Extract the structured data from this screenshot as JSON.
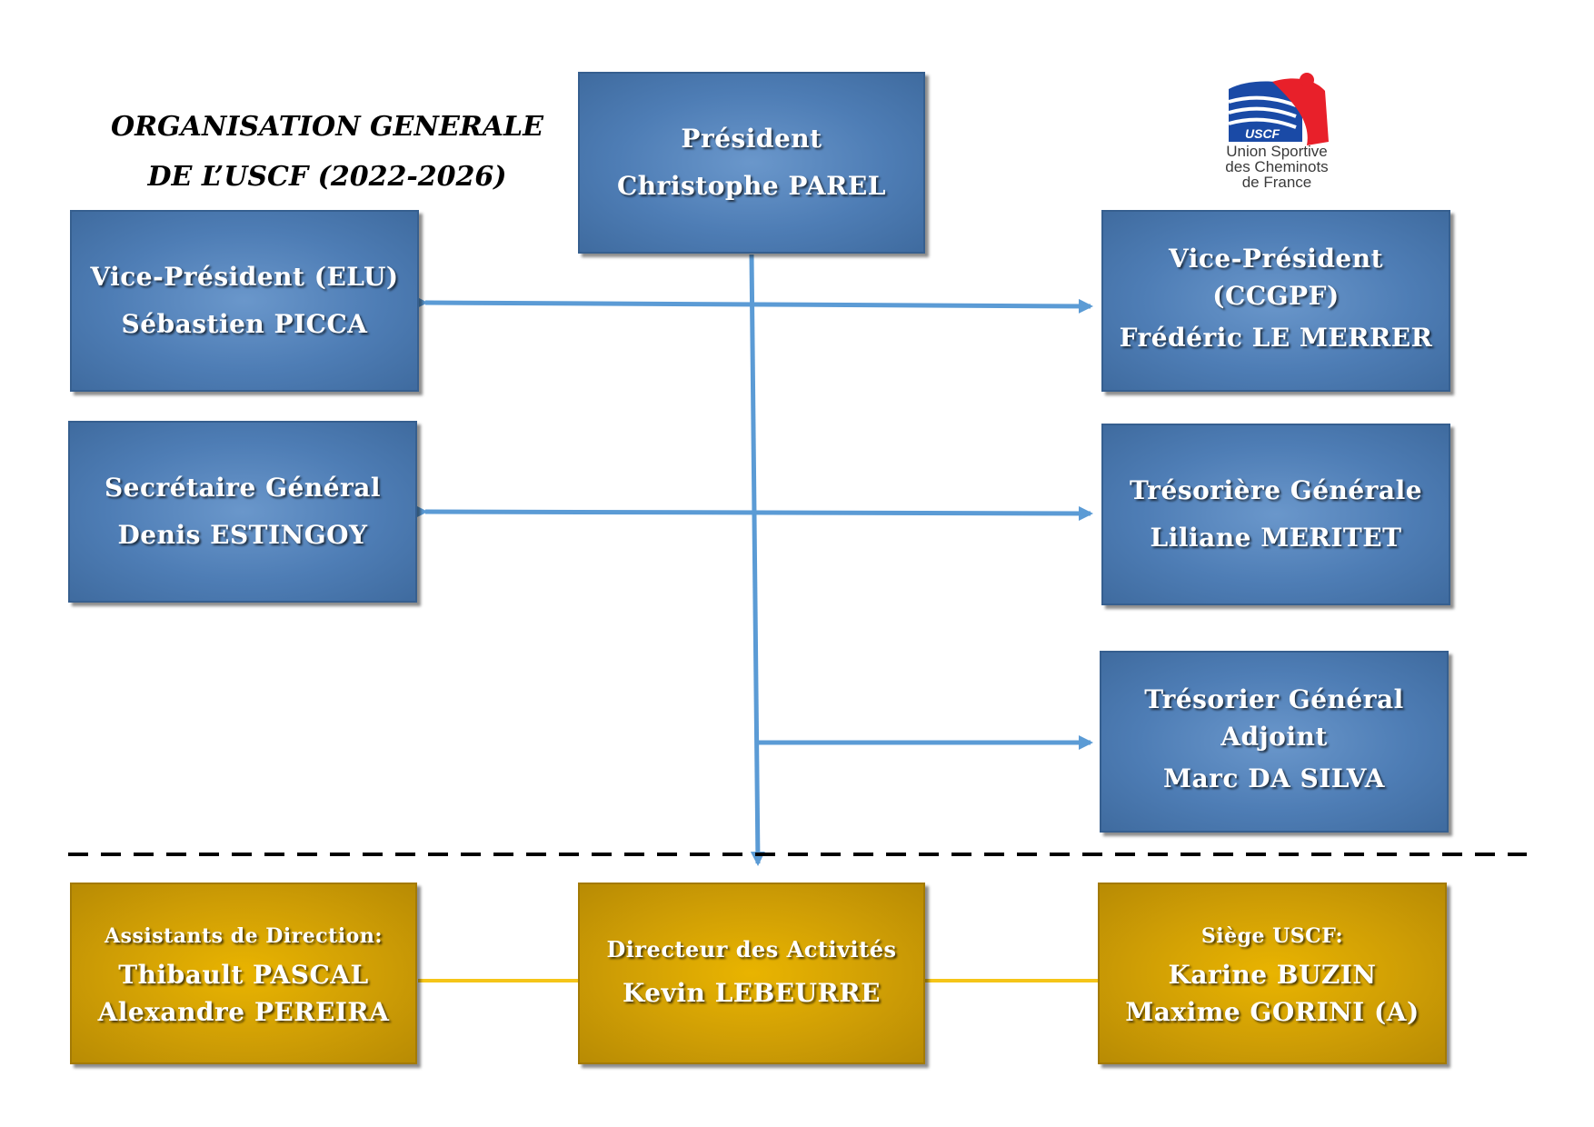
{
  "title": {
    "line1": "ORGANISATION GENERALE",
    "line2": "DE L’USCF (2022-2026)"
  },
  "logo": {
    "badge_text": "USCF",
    "line1": "Union Sportive",
    "line2": "des Cheminots",
    "line3": "de France"
  },
  "boxes": {
    "president": {
      "role": "Président",
      "name": "Christophe PAREL"
    },
    "vp_elu": {
      "role": "Vice-Président (ELU)",
      "name": "Sébastien PICCA"
    },
    "vp_ccgpf": {
      "role_line1": "Vice-Président",
      "role_line2": "(CCGPF)",
      "name": "Frédéric LE MERRER"
    },
    "secretaire": {
      "role": "Secrétaire Général",
      "name": "Denis ESTINGOY"
    },
    "tresoriere": {
      "role": "Trésorière Générale",
      "name": "Liliane MERITET"
    },
    "tresorier_adjoint": {
      "role_line1": "Trésorier Général",
      "role_line2": "Adjoint",
      "name": "Marc DA SILVA"
    },
    "assistants": {
      "role": "Assistants de Direction:",
      "name1": "Thibault PASCAL",
      "name2": "Alexandre PEREIRA"
    },
    "directeur": {
      "role": "Directeur des Activités",
      "name": "Kevin LEBEURRE"
    },
    "siege": {
      "role": "Siège USCF:",
      "name1": "Karine BUZIN",
      "name2": "Maxime GORINI (A)"
    }
  },
  "colors": {
    "executive_box": "#4e7db5",
    "staff_box": "#cf9e05",
    "connector_blue": "#5b9bd5",
    "connector_gold": "#f5c518",
    "divider": "#000000"
  }
}
